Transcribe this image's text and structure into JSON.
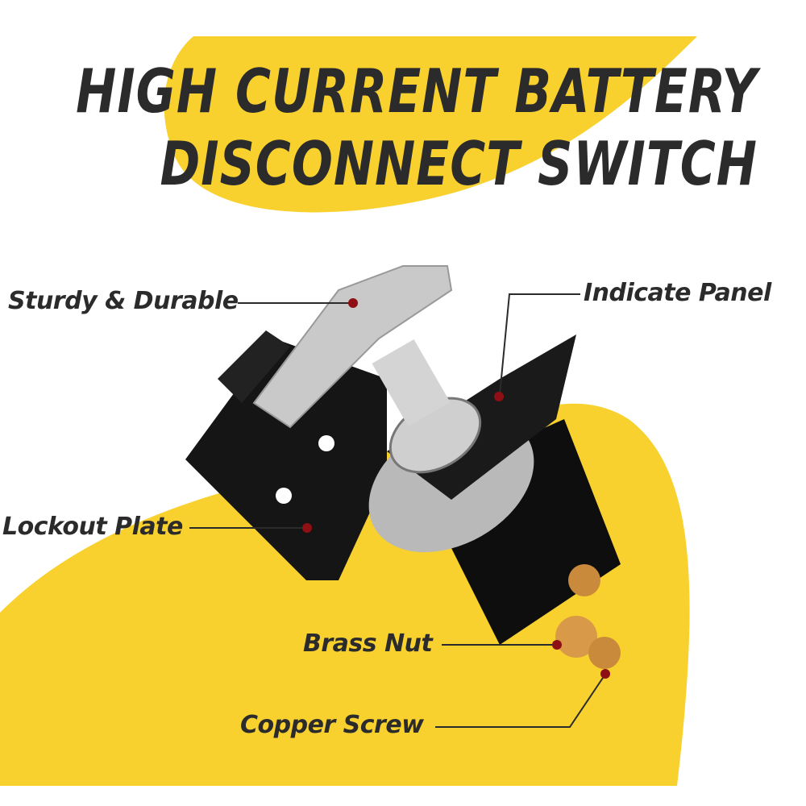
{
  "title": {
    "line1": "HIGH CURRENT BATTERY",
    "line2": "DISCONNECT SWITCH"
  },
  "callouts": {
    "sturdy": "Sturdy & Durable",
    "indicate": "Indicate Panel",
    "lockout": "Lockout Plate",
    "brass": "Brass Nut",
    "copper": "Copper Screw"
  },
  "colors": {
    "accent": "#F8D12F",
    "text": "#2B2B2B",
    "marker": "#8E0F14"
  }
}
